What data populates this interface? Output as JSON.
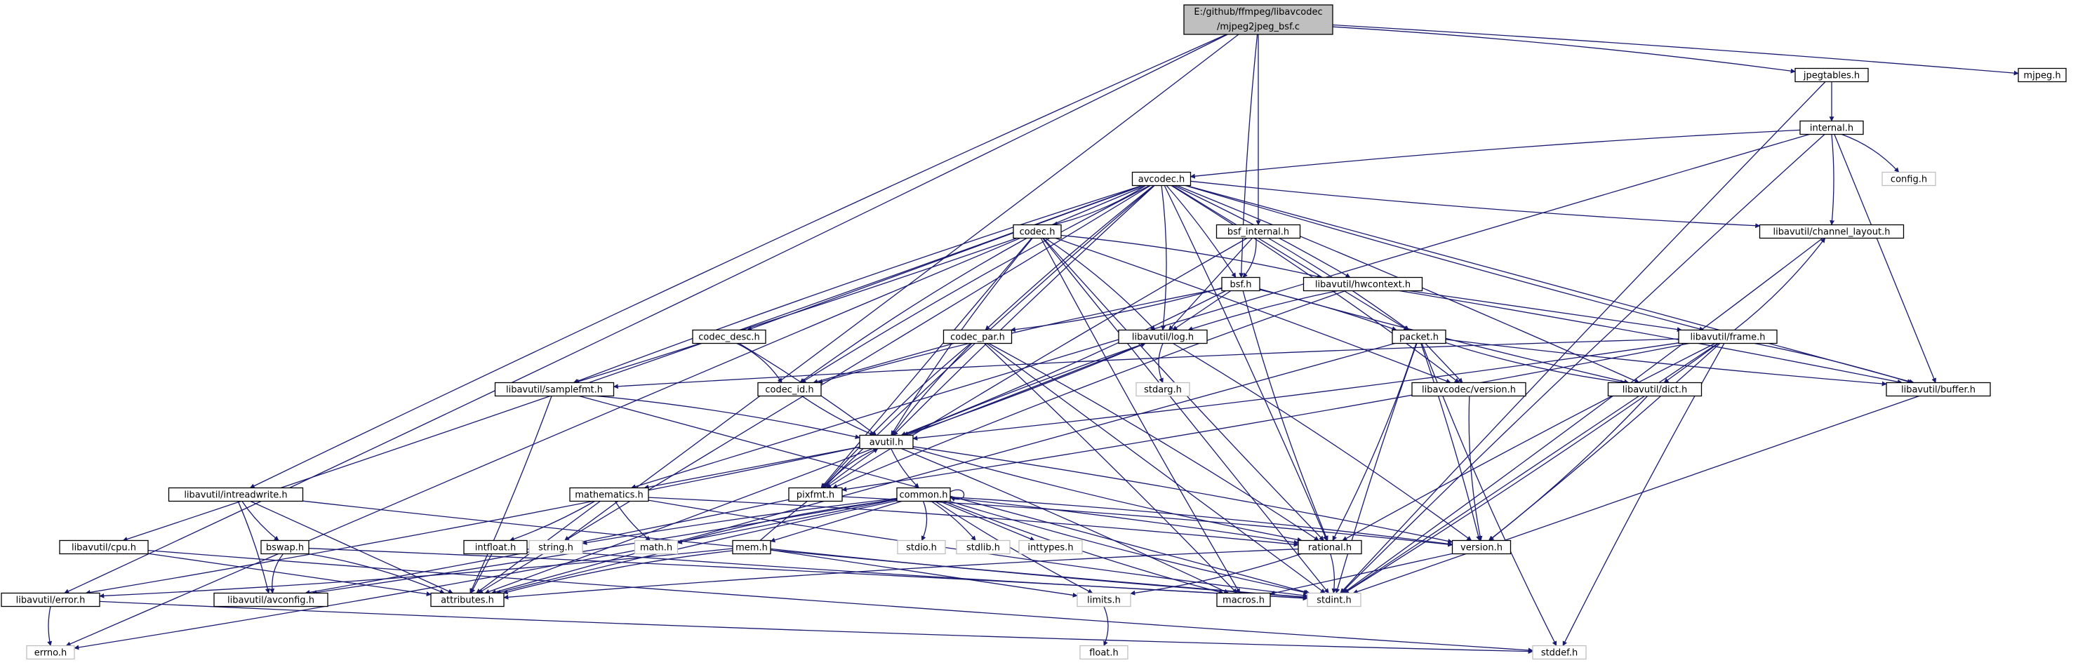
{
  "graph": {
    "colors": {
      "edge": "#191970",
      "node_border": "#000000",
      "external_border": "#bfbfbf",
      "external_text": "#000000",
      "root_fill": "#bfbfbf",
      "node_fill": "#ffffff"
    },
    "nodes": [
      {
        "id": "root",
        "lines": [
          "E:/github/ffmpeg/libavcodec",
          "/mjpeg2jpeg_bsf.c"
        ],
        "kind": "root"
      },
      {
        "id": "jpegtables",
        "lines": [
          "jpegtables.h"
        ],
        "kind": "local"
      },
      {
        "id": "mjpeg",
        "lines": [
          "mjpeg.h"
        ],
        "kind": "local"
      },
      {
        "id": "internal",
        "lines": [
          "internal.h"
        ],
        "kind": "local"
      },
      {
        "id": "config",
        "lines": [
          "config.h"
        ],
        "kind": "external"
      },
      {
        "id": "avcodec",
        "lines": [
          "avcodec.h"
        ],
        "kind": "local"
      },
      {
        "id": "bsf_internal",
        "lines": [
          "bsf_internal.h"
        ],
        "kind": "local"
      },
      {
        "id": "chlayout",
        "lines": [
          "libavutil/channel_layout.h"
        ],
        "kind": "local"
      },
      {
        "id": "codec",
        "lines": [
          "codec.h"
        ],
        "kind": "local"
      },
      {
        "id": "bsf",
        "lines": [
          "bsf.h"
        ],
        "kind": "local"
      },
      {
        "id": "hwcontext",
        "lines": [
          "libavutil/hwcontext.h"
        ],
        "kind": "local"
      },
      {
        "id": "codec_desc",
        "lines": [
          "codec_desc.h"
        ],
        "kind": "local"
      },
      {
        "id": "codec_par",
        "lines": [
          "codec_par.h"
        ],
        "kind": "local"
      },
      {
        "id": "log",
        "lines": [
          "libavutil/log.h"
        ],
        "kind": "local"
      },
      {
        "id": "packet",
        "lines": [
          "packet.h"
        ],
        "kind": "local"
      },
      {
        "id": "frame",
        "lines": [
          "libavutil/frame.h"
        ],
        "kind": "local"
      },
      {
        "id": "samplefmt",
        "lines": [
          "libavutil/samplefmt.h"
        ],
        "kind": "local"
      },
      {
        "id": "codec_id",
        "lines": [
          "codec_id.h"
        ],
        "kind": "local"
      },
      {
        "id": "stdarg",
        "lines": [
          "stdarg.h"
        ],
        "kind": "external"
      },
      {
        "id": "lcversion",
        "lines": [
          "libavcodec/version.h"
        ],
        "kind": "local"
      },
      {
        "id": "dict",
        "lines": [
          "libavutil/dict.h"
        ],
        "kind": "local"
      },
      {
        "id": "buffer",
        "lines": [
          "libavutil/buffer.h"
        ],
        "kind": "local"
      },
      {
        "id": "avutil",
        "lines": [
          "avutil.h"
        ],
        "kind": "local"
      },
      {
        "id": "intreadwrite",
        "lines": [
          "libavutil/intreadwrite.h"
        ],
        "kind": "local"
      },
      {
        "id": "mathematics",
        "lines": [
          "mathematics.h"
        ],
        "kind": "local"
      },
      {
        "id": "pixfmt",
        "lines": [
          "pixfmt.h"
        ],
        "kind": "local"
      },
      {
        "id": "common",
        "lines": [
          "common.h"
        ],
        "kind": "local"
      },
      {
        "id": "cpu",
        "lines": [
          "libavutil/cpu.h"
        ],
        "kind": "local"
      },
      {
        "id": "bswap",
        "lines": [
          "bswap.h"
        ],
        "kind": "local"
      },
      {
        "id": "intfloat",
        "lines": [
          "intfloat.h"
        ],
        "kind": "local"
      },
      {
        "id": "string",
        "lines": [
          "string.h"
        ],
        "kind": "external"
      },
      {
        "id": "math",
        "lines": [
          "math.h"
        ],
        "kind": "external"
      },
      {
        "id": "stdio",
        "lines": [
          "stdio.h"
        ],
        "kind": "external"
      },
      {
        "id": "stdlib",
        "lines": [
          "stdlib.h"
        ],
        "kind": "external"
      },
      {
        "id": "inttypes",
        "lines": [
          "inttypes.h"
        ],
        "kind": "external"
      },
      {
        "id": "mem",
        "lines": [
          "mem.h"
        ],
        "kind": "local"
      },
      {
        "id": "rational",
        "lines": [
          "rational.h"
        ],
        "kind": "local"
      },
      {
        "id": "version",
        "lines": [
          "version.h"
        ],
        "kind": "local"
      },
      {
        "id": "error",
        "lines": [
          "libavutil/error.h"
        ],
        "kind": "local"
      },
      {
        "id": "avconfig",
        "lines": [
          "libavutil/avconfig.h"
        ],
        "kind": "local"
      },
      {
        "id": "attributes",
        "lines": [
          "attributes.h"
        ],
        "kind": "local"
      },
      {
        "id": "limits",
        "lines": [
          "limits.h"
        ],
        "kind": "external"
      },
      {
        "id": "macros",
        "lines": [
          "macros.h"
        ],
        "kind": "local"
      },
      {
        "id": "stdint",
        "lines": [
          "stdint.h"
        ],
        "kind": "external"
      },
      {
        "id": "errno",
        "lines": [
          "errno.h"
        ],
        "kind": "external"
      },
      {
        "id": "float",
        "lines": [
          "float.h"
        ],
        "kind": "external"
      },
      {
        "id": "stddef",
        "lines": [
          "stddef.h"
        ],
        "kind": "external"
      }
    ],
    "edges": [
      [
        "root",
        "jpegtables"
      ],
      [
        "root",
        "mjpeg"
      ],
      [
        "root",
        "bsf_internal"
      ],
      [
        "root",
        "bsf"
      ],
      [
        "root",
        "intreadwrite"
      ],
      [
        "root",
        "error"
      ],
      [
        "root",
        "string"
      ],
      [
        "jpegtables",
        "internal"
      ],
      [
        "jpegtables",
        "stdint"
      ],
      [
        "internal",
        "avcodec"
      ],
      [
        "internal",
        "config"
      ],
      [
        "internal",
        "chlayout"
      ],
      [
        "internal",
        "buffer"
      ],
      [
        "internal",
        "mathematics"
      ],
      [
        "internal",
        "stdint"
      ],
      [
        "avcodec",
        "codec"
      ],
      [
        "avcodec",
        "bsf"
      ],
      [
        "avcodec",
        "codec_desc"
      ],
      [
        "avcodec",
        "codec_par"
      ],
      [
        "avcodec",
        "codec_id"
      ],
      [
        "avcodec",
        "log"
      ],
      [
        "avcodec",
        "hwcontext"
      ],
      [
        "avcodec",
        "packet"
      ],
      [
        "avcodec",
        "frame"
      ],
      [
        "avcodec",
        "samplefmt"
      ],
      [
        "avcodec",
        "lcversion"
      ],
      [
        "avcodec",
        "dict"
      ],
      [
        "avcodec",
        "buffer"
      ],
      [
        "avcodec",
        "avutil"
      ],
      [
        "avcodec",
        "pixfmt"
      ],
      [
        "avcodec",
        "cpu"
      ],
      [
        "avcodec",
        "rational"
      ],
      [
        "avcodec",
        "attributes"
      ],
      [
        "avcodec",
        "errno"
      ],
      [
        "avcodec",
        "chlayout"
      ],
      [
        "bsf_internal",
        "bsf"
      ],
      [
        "bsf_internal",
        "packet"
      ],
      [
        "bsf_internal",
        "log"
      ],
      [
        "bsf_internal",
        "pixfmt"
      ],
      [
        "codec",
        "codec_id"
      ],
      [
        "codec",
        "log"
      ],
      [
        "codec",
        "samplefmt"
      ],
      [
        "codec",
        "pixfmt"
      ],
      [
        "codec",
        "rational"
      ],
      [
        "codec",
        "avutil"
      ],
      [
        "codec",
        "hwcontext"
      ],
      [
        "codec",
        "lcversion"
      ],
      [
        "codec",
        "stdint"
      ],
      [
        "codec",
        "macros"
      ],
      [
        "bsf",
        "codec_id"
      ],
      [
        "bsf",
        "codec_par"
      ],
      [
        "bsf",
        "packet"
      ],
      [
        "bsf",
        "log"
      ],
      [
        "bsf",
        "dict"
      ],
      [
        "bsf",
        "rational"
      ],
      [
        "bsf",
        "avutil"
      ],
      [
        "hwcontext",
        "buffer"
      ],
      [
        "hwcontext",
        "frame"
      ],
      [
        "hwcontext",
        "log"
      ],
      [
        "hwcontext",
        "pixfmt"
      ],
      [
        "codec_desc",
        "codec_id"
      ],
      [
        "codec_desc",
        "avutil"
      ],
      [
        "codec_par",
        "codec_id"
      ],
      [
        "codec_par",
        "avutil"
      ],
      [
        "codec_par",
        "pixfmt"
      ],
      [
        "codec_par",
        "rational"
      ],
      [
        "codec_par",
        "macros"
      ],
      [
        "codec_par",
        "stdint"
      ],
      [
        "log",
        "avutil"
      ],
      [
        "log",
        "stdarg"
      ],
      [
        "log",
        "version"
      ],
      [
        "log",
        "attributes"
      ],
      [
        "packet",
        "lcversion"
      ],
      [
        "packet",
        "buffer"
      ],
      [
        "packet",
        "dict"
      ],
      [
        "packet",
        "rational"
      ],
      [
        "packet",
        "version"
      ],
      [
        "packet",
        "attributes"
      ],
      [
        "packet",
        "stdint"
      ],
      [
        "packet",
        "stddef"
      ],
      [
        "frame",
        "avutil"
      ],
      [
        "frame",
        "buffer"
      ],
      [
        "frame",
        "dict"
      ],
      [
        "frame",
        "rational"
      ],
      [
        "frame",
        "samplefmt"
      ],
      [
        "frame",
        "pixfmt"
      ],
      [
        "frame",
        "version"
      ],
      [
        "frame",
        "stdint"
      ],
      [
        "frame",
        "stddef"
      ],
      [
        "frame",
        "chlayout"
      ],
      [
        "samplefmt",
        "avutil"
      ],
      [
        "samplefmt",
        "attributes"
      ],
      [
        "samplefmt",
        "stdint"
      ],
      [
        "codec_id",
        "avutil"
      ],
      [
        "lcversion",
        "version"
      ],
      [
        "dict",
        "version"
      ],
      [
        "dict",
        "stdint"
      ],
      [
        "buffer",
        "stdint"
      ],
      [
        "avutil",
        "common"
      ],
      [
        "avutil",
        "rational"
      ],
      [
        "avutil",
        "version"
      ],
      [
        "avutil",
        "macros"
      ],
      [
        "avutil",
        "mathematics"
      ],
      [
        "avutil",
        "log"
      ],
      [
        "avutil",
        "pixfmt"
      ],
      [
        "avutil",
        "error"
      ],
      [
        "intreadwrite",
        "avconfig"
      ],
      [
        "intreadwrite",
        "attributes"
      ],
      [
        "intreadwrite",
        "bswap"
      ],
      [
        "intreadwrite",
        "stdint"
      ],
      [
        "mathematics",
        "rational"
      ],
      [
        "mathematics",
        "intfloat"
      ],
      [
        "mathematics",
        "attributes"
      ],
      [
        "mathematics",
        "math"
      ],
      [
        "mathematics",
        "stdint"
      ],
      [
        "pixfmt",
        "version"
      ],
      [
        "pixfmt",
        "avconfig"
      ],
      [
        "common",
        "common"
      ],
      [
        "common",
        "attributes"
      ],
      [
        "common",
        "macros"
      ],
      [
        "common",
        "version"
      ],
      [
        "common",
        "avconfig"
      ],
      [
        "common",
        "mem"
      ],
      [
        "common",
        "string"
      ],
      [
        "common",
        "math"
      ],
      [
        "common",
        "stdio"
      ],
      [
        "common",
        "stdlib"
      ],
      [
        "common",
        "inttypes"
      ],
      [
        "common",
        "limits"
      ],
      [
        "common",
        "stdint"
      ],
      [
        "common",
        "errno"
      ],
      [
        "common",
        "rational"
      ],
      [
        "cpu",
        "attributes"
      ],
      [
        "cpu",
        "stddef"
      ],
      [
        "bswap",
        "avconfig"
      ],
      [
        "bswap",
        "attributes"
      ],
      [
        "bswap",
        "stdint"
      ],
      [
        "intfloat",
        "attributes"
      ],
      [
        "intfloat",
        "stdint"
      ],
      [
        "mem",
        "attributes"
      ],
      [
        "mem",
        "error"
      ],
      [
        "mem",
        "avutil"
      ],
      [
        "mem",
        "limits"
      ],
      [
        "mem",
        "stdint"
      ],
      [
        "rational",
        "attributes"
      ],
      [
        "rational",
        "limits"
      ],
      [
        "rational",
        "stdint"
      ],
      [
        "version",
        "macros"
      ],
      [
        "error",
        "errno"
      ],
      [
        "error",
        "stddef"
      ],
      [
        "limits",
        "float"
      ],
      [
        "chlayout",
        "stdint"
      ]
    ]
  }
}
